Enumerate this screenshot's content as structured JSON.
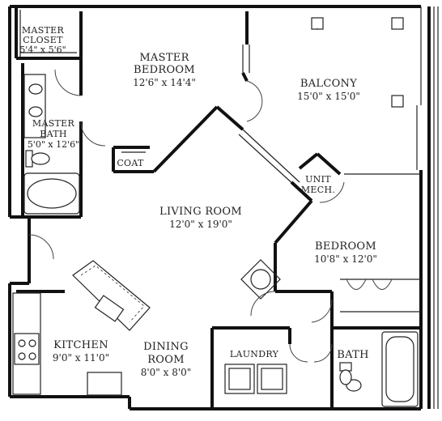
{
  "floor_plan": {
    "rooms": [
      {
        "id": "master-closet",
        "name_lines": [
          "MASTER",
          "CLOSET"
        ],
        "dimensions": "5'4\" x 5'6\""
      },
      {
        "id": "master-bedroom",
        "name_lines": [
          "MASTER",
          "BEDROOM"
        ],
        "dimensions": "12'6\" x 14'4\""
      },
      {
        "id": "balcony",
        "name_lines": [
          "BALCONY"
        ],
        "dimensions": "15'0\" x 15'0\""
      },
      {
        "id": "master-bath",
        "name_lines": [
          "MASTER",
          "BATH"
        ],
        "dimensions": "5'0\" x 12'6\""
      },
      {
        "id": "coat",
        "name_lines": [
          "COAT"
        ],
        "dimensions": ""
      },
      {
        "id": "unit-mech",
        "name_lines": [
          "UNIT",
          "MECH."
        ],
        "dimensions": ""
      },
      {
        "id": "living-room",
        "name_lines": [
          "LIVING ROOM"
        ],
        "dimensions": "12'0\" x 19'0\""
      },
      {
        "id": "bedroom",
        "name_lines": [
          "BEDROOM"
        ],
        "dimensions": "10'8\" x 12'0\""
      },
      {
        "id": "kitchen",
        "name_lines": [
          "KITCHEN"
        ],
        "dimensions": "9'0\" x 11'0\""
      },
      {
        "id": "dining-room",
        "name_lines": [
          "DINING",
          "ROOM"
        ],
        "dimensions": "8'0\" x 8'0\""
      },
      {
        "id": "laundry",
        "name_lines": [
          "LAUNDRY"
        ],
        "dimensions": ""
      },
      {
        "id": "bath",
        "name_lines": [
          "BATH"
        ],
        "dimensions": ""
      }
    ]
  }
}
